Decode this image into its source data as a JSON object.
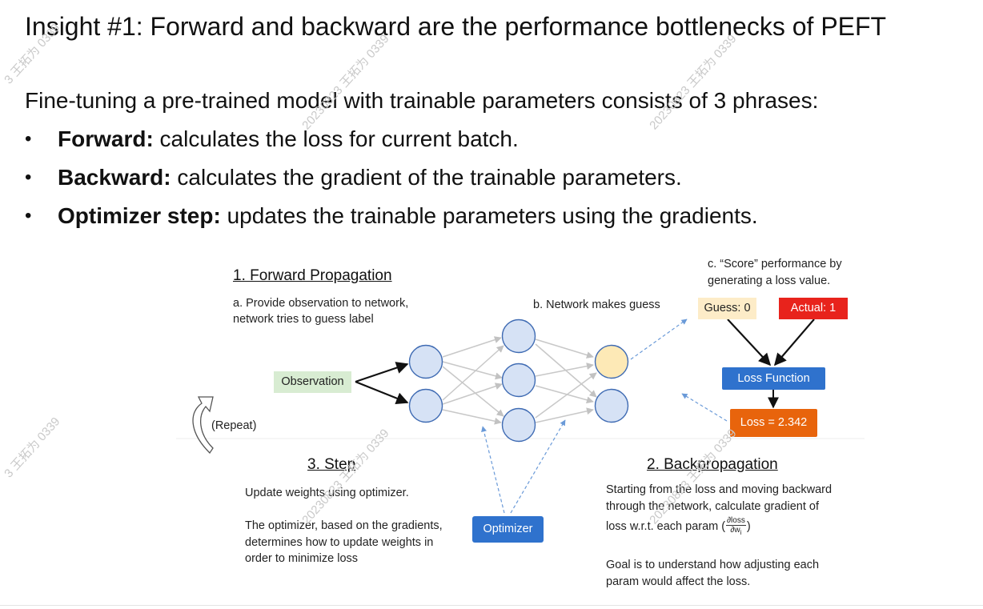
{
  "slide": {
    "title": "Insight #1: Forward and backward are the performance bottlenecks of PEFT",
    "intro": "Fine-tuning a pre-trained model with trainable parameters consists of 3 phrases:",
    "bullets": [
      {
        "bold": "Forward:",
        "text": " calculates the loss for current batch."
      },
      {
        "bold": "Backward:",
        "text": " calculates the gradient of the trainable parameters."
      },
      {
        "bold": "Optimizer step:",
        "text": " updates the trainable parameters using the gradients."
      }
    ]
  },
  "diagram": {
    "forward_heading": "1. Forward Propagation",
    "forward_desc_1": "a. Provide observation to network,",
    "forward_desc_2": "network tries to guess label",
    "network_guess": "b. Network makes guess",
    "score_1": "c. “Score” performance by",
    "score_2": "generating a loss value.",
    "guess_box": "Guess: 0",
    "actual_box": "Actual: 1",
    "loss_function_box": "Loss Function",
    "loss_value_box": "Loss = 2.342",
    "observation_box": "Observation",
    "repeat_label": "(Repeat)",
    "step_heading": "3. Step",
    "step_desc_1": "Update weights using optimizer.",
    "step_desc_2": "The optimizer, based on the gradients,",
    "step_desc_3": "determines how to update weights in",
    "step_desc_4": "order to minimize loss",
    "optimizer_box": "Optimizer",
    "backprop_heading": "2. Backpropagation",
    "backprop_desc_1": "Starting from the loss and moving backward",
    "backprop_desc_2": "through the network, calculate gradient of",
    "backprop_desc_3": "loss w.r.t. each param (",
    "backprop_desc_3_end": ")",
    "frac_num": "∂loss",
    "frac_den": "∂w",
    "frac_den_sub": "i",
    "goal_1": "Goal is to understand how adjusting each",
    "goal_2": "param would affect the loss."
  },
  "watermark": {
    "text_a": "3 王拓为 0339",
    "text_b": "20230823 王拓为 0339"
  },
  "colors": {
    "node_fill": "#d6e2f5",
    "node_stroke": "#3f6bb3",
    "output_node_fill": "#fde9b6",
    "observation_fill": "#d8ecd2",
    "guess_fill": "#fdecc8",
    "actual_fill": "#e8231c",
    "loss_function_fill": "#2f72cd",
    "loss_value_fill": "#e8640c",
    "optimizer_fill": "#2f72cd"
  }
}
